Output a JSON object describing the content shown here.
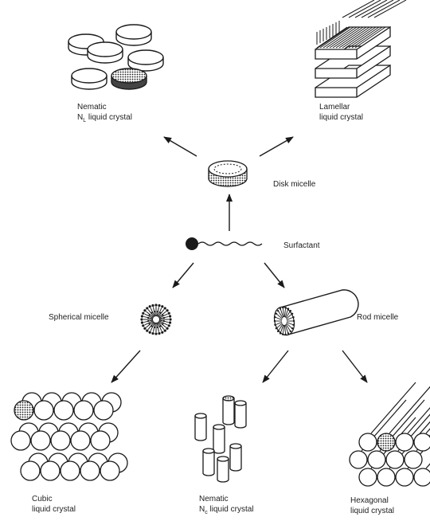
{
  "labels": {
    "nematic_disk_line1": "Nematic",
    "nematic_disk_line2_prefix": "N",
    "nematic_disk_line2_sub": "L",
    "nematic_disk_line2_suffix": " liquid crystal",
    "lamellar_line1": "Lamellar",
    "lamellar_line2": "liquid crystal",
    "disk_micelle": "Disk micelle",
    "surfactant": "Surfactant",
    "spherical_micelle": "Spherical micelle",
    "rod_micelle": "Rod micelle",
    "cubic_line1": "Cubic",
    "cubic_line2": "liquid crystal",
    "nematic_rod_line1": "Nematic",
    "nematic_rod_line2_prefix": "N",
    "nematic_rod_line2_sub": "c",
    "nematic_rod_line2_suffix": " liquid crystal",
    "hexagonal_line1": "Hexagonal",
    "hexagonal_line2": "liquid crystal"
  },
  "colors": {
    "ink": "#1a1a1a",
    "background": "#ffffff"
  }
}
